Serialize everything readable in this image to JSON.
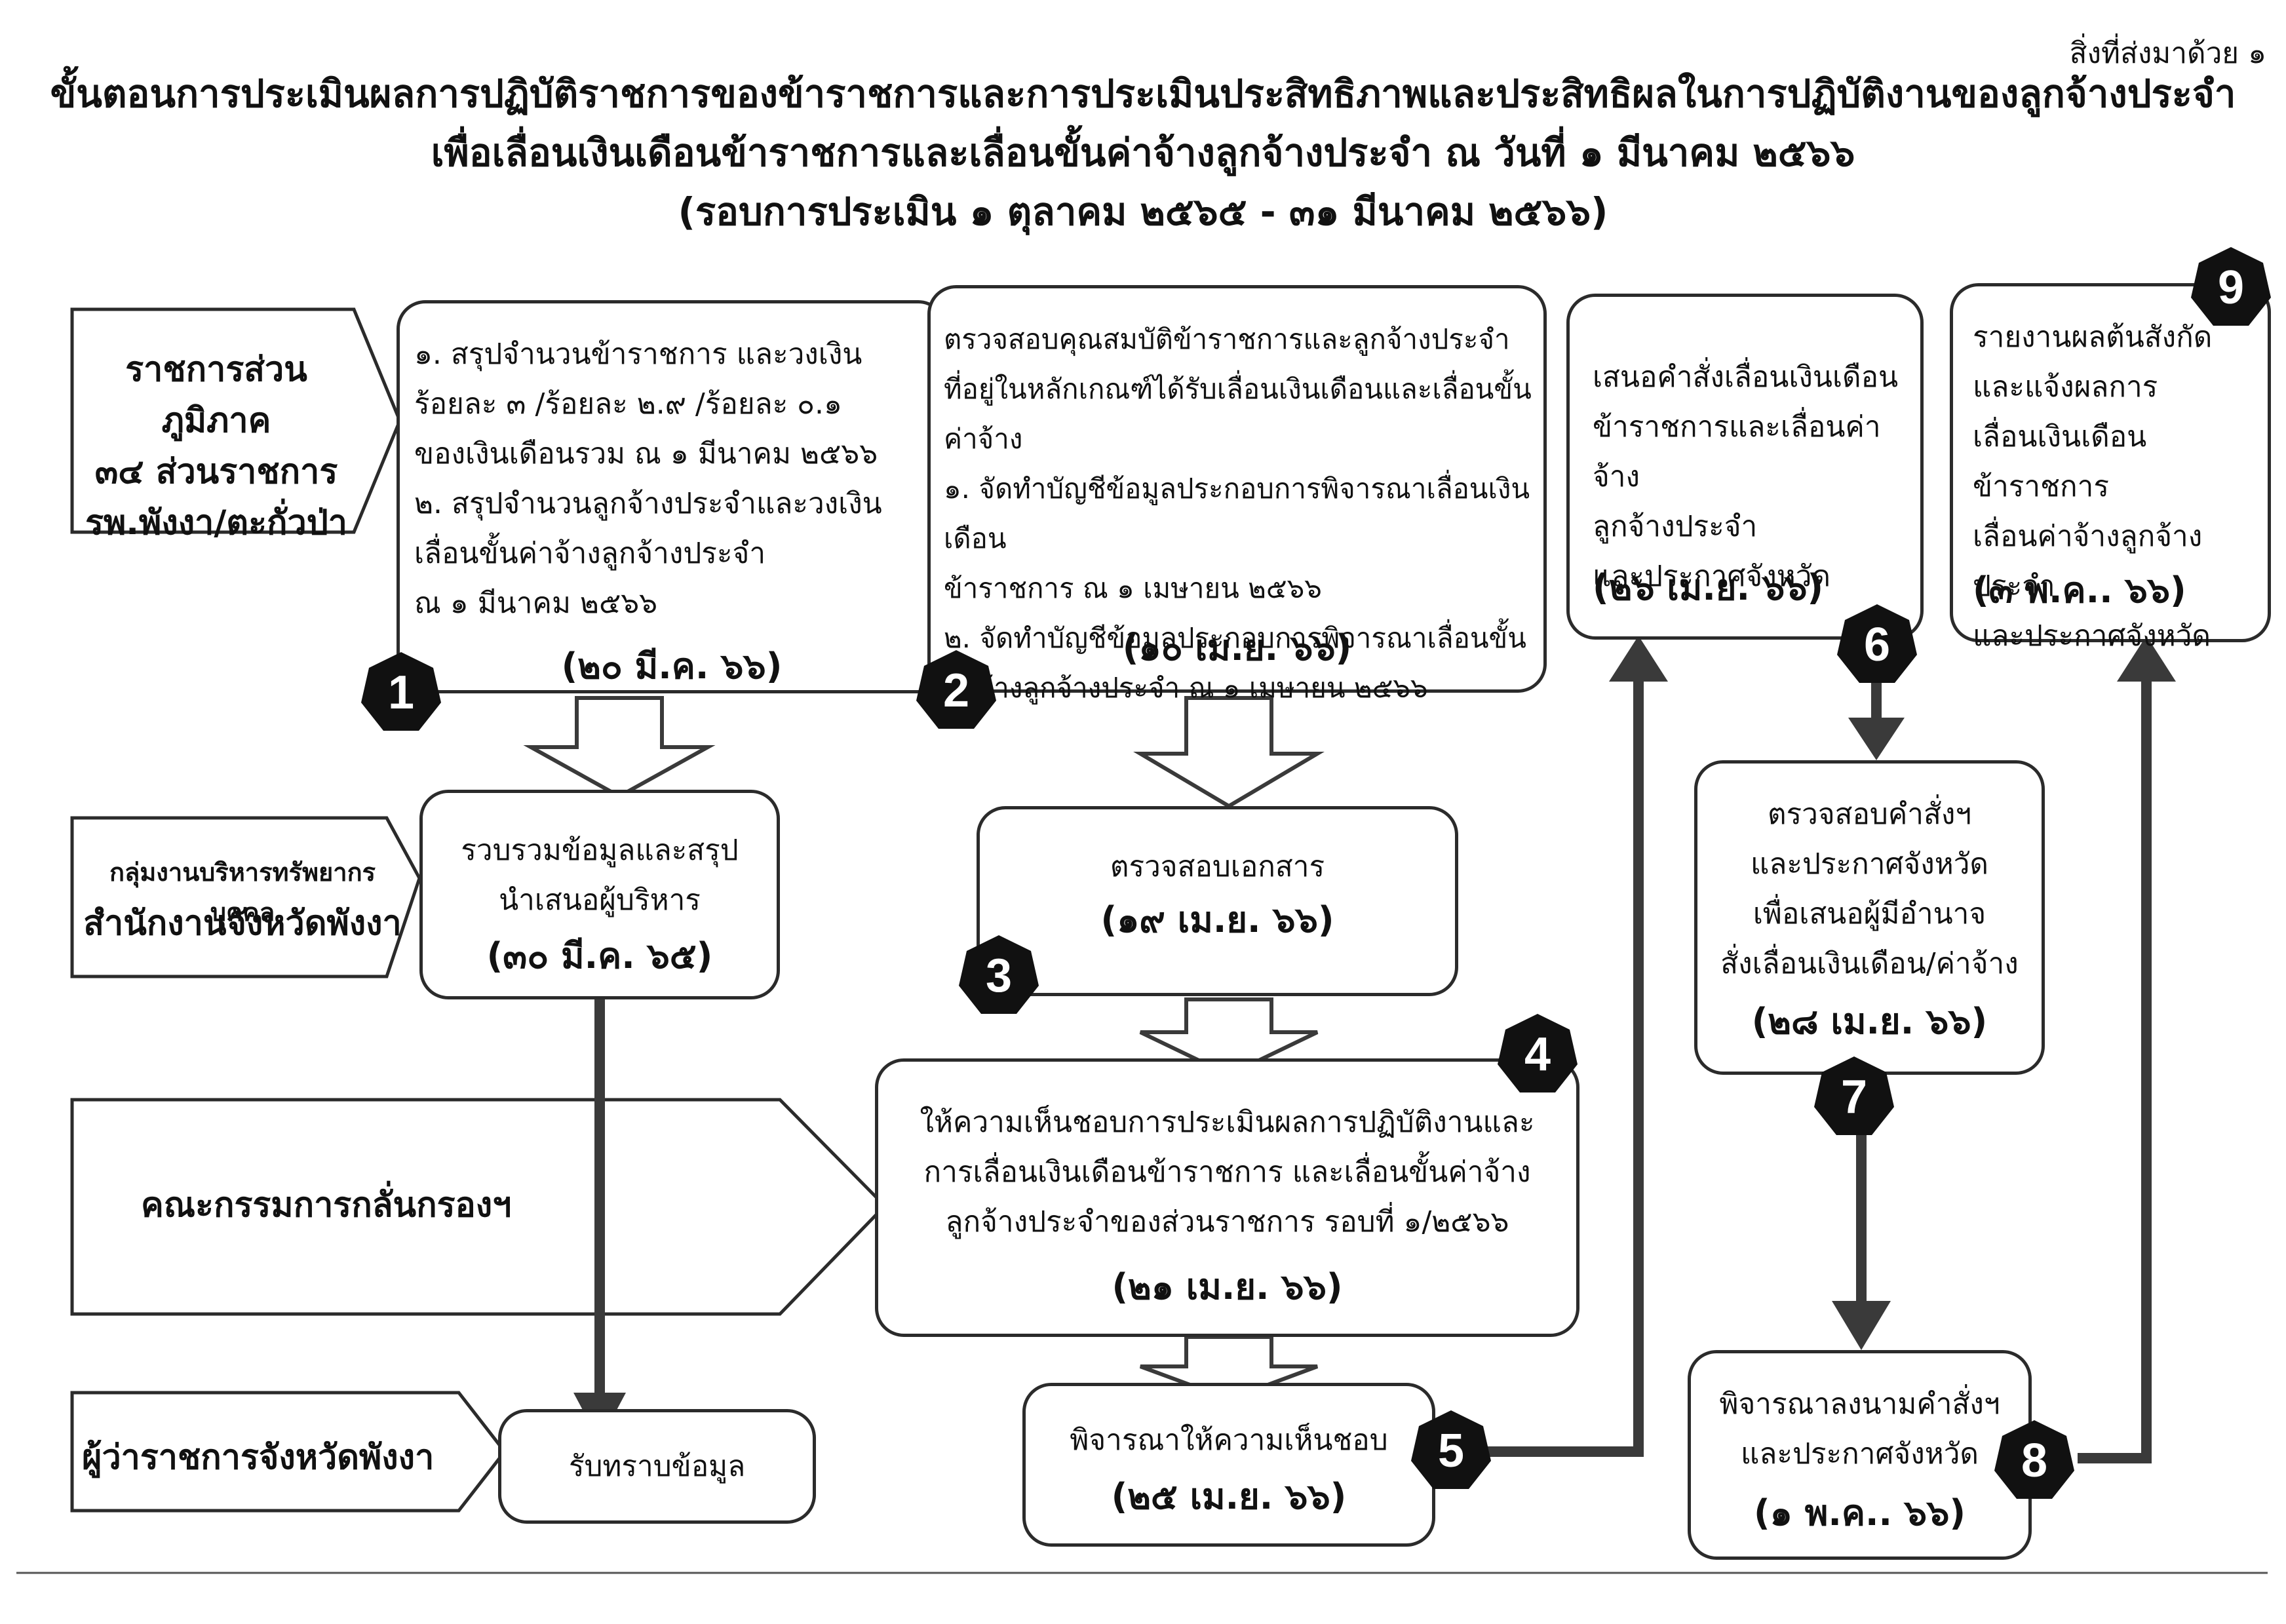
{
  "header": {
    "attachment": "สิ่งที่ส่งมาด้วย ๑",
    "title_line1": "ขั้นตอนการประเมินผลการปฏิบัติราชการของข้าราชการและการประเมินประสิทธิภาพและประสิทธิผลในการปฏิบัติงานของลูกจ้างประจำ",
    "title_line2": "เพื่อเลื่อนเงินเดือนข้าราชการและเลื่อนขั้นค่าจ้างลูกจ้างประจำ ณ วันที่ ๑ มีนาคม ๒๕๖๖",
    "title_line3": "(รอบการประเมิน ๑ ตุลาคม ๒๕๖๕ - ๓๑ มีนาคม ๒๕๖๖)"
  },
  "actors": {
    "regional": "ราชการส่วนภูมิภาค\n๓๔ ส่วนราชการ\nรพ.พังงา/ตะกั่วป่า",
    "hr_group": "กลุ่มงานบริหารทรัพยากรบุคคล",
    "hr_office": "สำนักงานจังหวัดพังงา",
    "committee": "คณะกรรมการกลั่นกรองฯ",
    "governor": "ผู้ว่าราชการจังหวัดพังงา"
  },
  "steps": {
    "s1": {
      "badge": "1",
      "text": "๑. สรุปจำนวนข้าราชการ และวงเงิน\n      ร้อยละ ๓ /ร้อยละ ๒.๙ /ร้อยละ ๐.๑\n      ของเงินเดือนรวม ณ ๑ มีนาคม ๒๕๖๖\n๒. สรุปจำนวนลูกจ้างประจำและวงเงิน\n      เลื่อนขั้นค่าจ้างลูกจ้างประจำ\n      ณ ๑ มีนาคม  ๒๕๖๖",
      "date": "(๒๐ มี.ค. ๖๖)"
    },
    "s_collect": {
      "text": "รวบรวมข้อมูลและสรุป\nนำเสนอผู้บริหาร",
      "date": "(๓๐ มี.ค. ๖๕)"
    },
    "s2": {
      "badge": "2",
      "text": "ตรวจสอบคุณสมบัติข้าราชการและลูกจ้างประจำ\nที่อยู่ในหลักเกณฑ์ได้รับเลื่อนเงินเดือนและเลื่อนขั้นค่าจ้าง\n ๑.  จัดทำบัญชีข้อมูลประกอบการพิจารณาเลื่อนเงินเดือน\n       ข้าราชการ ณ ๑ เมษายน ๒๕๖๖\n ๒.  จัดทำบัญชีข้อมูลประกอบการพิจารณาเลื่อนขั้น\n       ค่าจ้างลูกจ้างประจำ ณ ๑ เมษายน ๒๕๖๖",
      "date": "(๑๐ เม.ย. ๖๖)"
    },
    "s3": {
      "badge": "3",
      "text": "ตรวจสอบเอกสาร",
      "date": "(๑๙ เม.ย. ๖๖)"
    },
    "s4": {
      "badge": "4",
      "text": "ให้ความเห็นชอบการประเมินผลการปฏิบัติงานและ\nการเลื่อนเงินเดือนข้าราชการ และเลื่อนขั้นค่าจ้าง\nลูกจ้างประจำของส่วนราชการ รอบที่ ๑/๒๕๖๖",
      "date": "(๒๑ เม.ย. ๖๖)"
    },
    "s5": {
      "badge": "5",
      "text": "พิจารณาให้ความเห็นชอบ",
      "date": "(๒๕ เม.ย. ๖๖)"
    },
    "s_ack": {
      "text": "รับทราบข้อมูล"
    },
    "s6": {
      "badge": "6",
      "text": "เสนอคำสั่งเลื่อนเงินเดือน\nข้าราชการและเลื่อนค่าจ้าง\nลูกจ้างประจำ\nและประกาศจังหวัด",
      "date": "(๒๖ เม.ย. ๖๖)"
    },
    "s7": {
      "badge": "7",
      "text": "ตรวจสอบคำสั่งฯ\nและประกาศจังหวัด\nเพื่อเสนอผู้มีอำนาจ\nสั่งเลื่อนเงินเดือน/ค่าจ้าง",
      "date": "(๒๘ เม.ย. ๖๖)"
    },
    "s8": {
      "badge": "8",
      "text": "พิจารณาลงนามคำสั่งฯ\nและประกาศจังหวัด",
      "date": "(๑ พ.ค.. ๖๖)"
    },
    "s9": {
      "badge": "9",
      "text": "รายงานผลต้นสังกัด\nและแจ้งผลการ\nเลื่อนเงินเดือนข้าราชการ\nเลื่อนค่าจ้างลูกจ้างประจำ\nและประกาศจังหวัด",
      "date": "(๓ พ.ค.. ๖๖)"
    }
  },
  "colors": {
    "badge": "#111111",
    "border": "#2b2b2b",
    "arrow": "#3a3a3a"
  }
}
